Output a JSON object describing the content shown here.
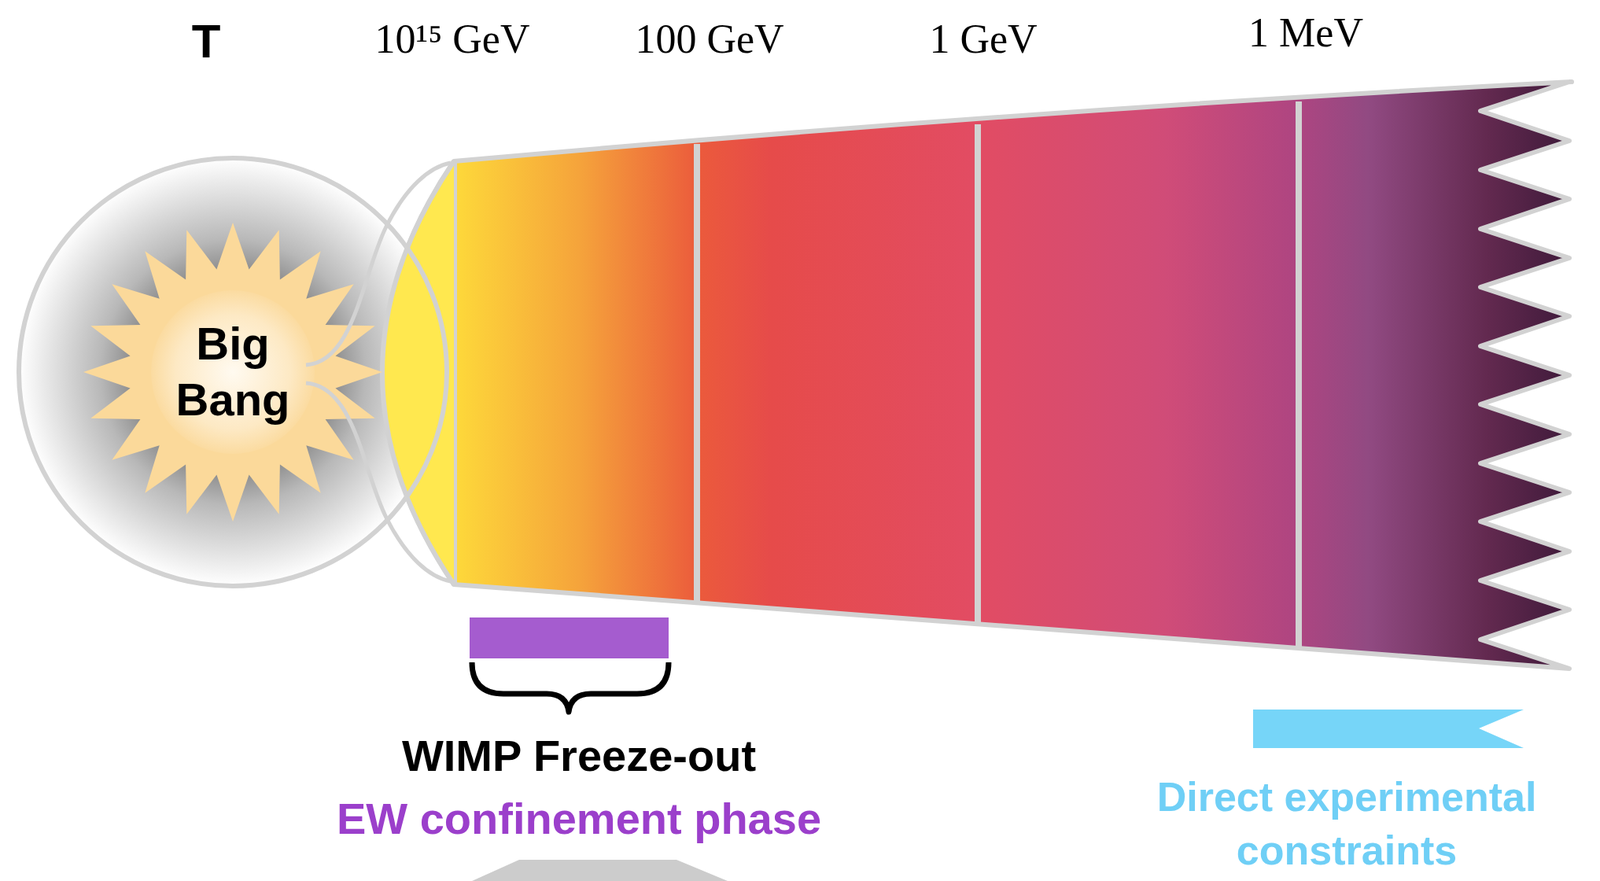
{
  "diagram": {
    "nodes": [
      {
        "text": [
          "Big Bang"
        ]
      }
    ],
    "labels": [
      "T",
      "10¹⁵ GeV",
      "100 GeV",
      "1 GeV",
      "1 MeV",
      "WIMP Freeze-out",
      "EW confinement phase",
      "Direct experimental constraints"
    ]
  }
}
